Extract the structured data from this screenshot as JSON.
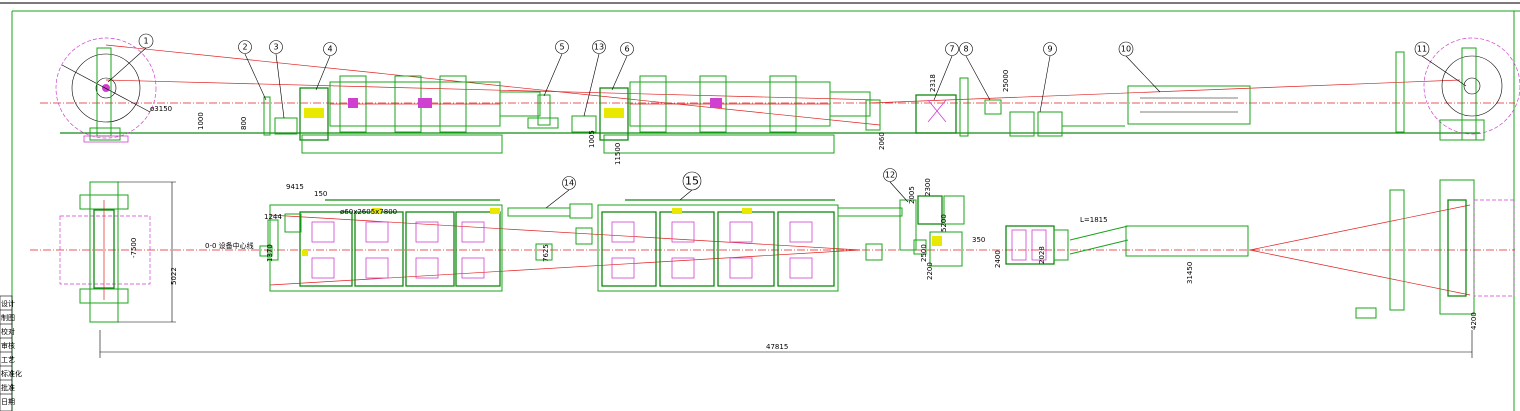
{
  "balloons": [
    "1",
    "2",
    "3",
    "4",
    "5",
    "13",
    "6",
    "7",
    "8",
    "9",
    "10",
    "11",
    "14",
    "15",
    "12"
  ],
  "dims": {
    "reel_dia": "ø3150",
    "h_1000": "1000",
    "h_800": "800",
    "h_1005": "1005",
    "h_11500": "11500",
    "h_2060": "2060",
    "h_2318": "2318",
    "h_25000": "25000",
    "w_7500": "-7500",
    "w_5022": "5022",
    "d_9415": "9415",
    "d_150": "150",
    "d_1244": "1244",
    "d_1370": "1370",
    "bar_note": "ø60x2605x7800",
    "d_7625": "7625",
    "axis_note": "0-0 设备中心线",
    "d_2005": "2005",
    "d_2300": "2300",
    "d_5200": "5200",
    "d_2500": "2500",
    "d_2200": "2200",
    "d_350": "350",
    "d_2400": "2400",
    "d_2028": "2028",
    "length_note": "L=1815",
    "d_31450": "31450",
    "overall": "47815",
    "d_4200": "4200"
  },
  "title_block": [
    "设计",
    "制图",
    "校对",
    "审核",
    "工艺",
    "标准化",
    "批准",
    "日期"
  ]
}
